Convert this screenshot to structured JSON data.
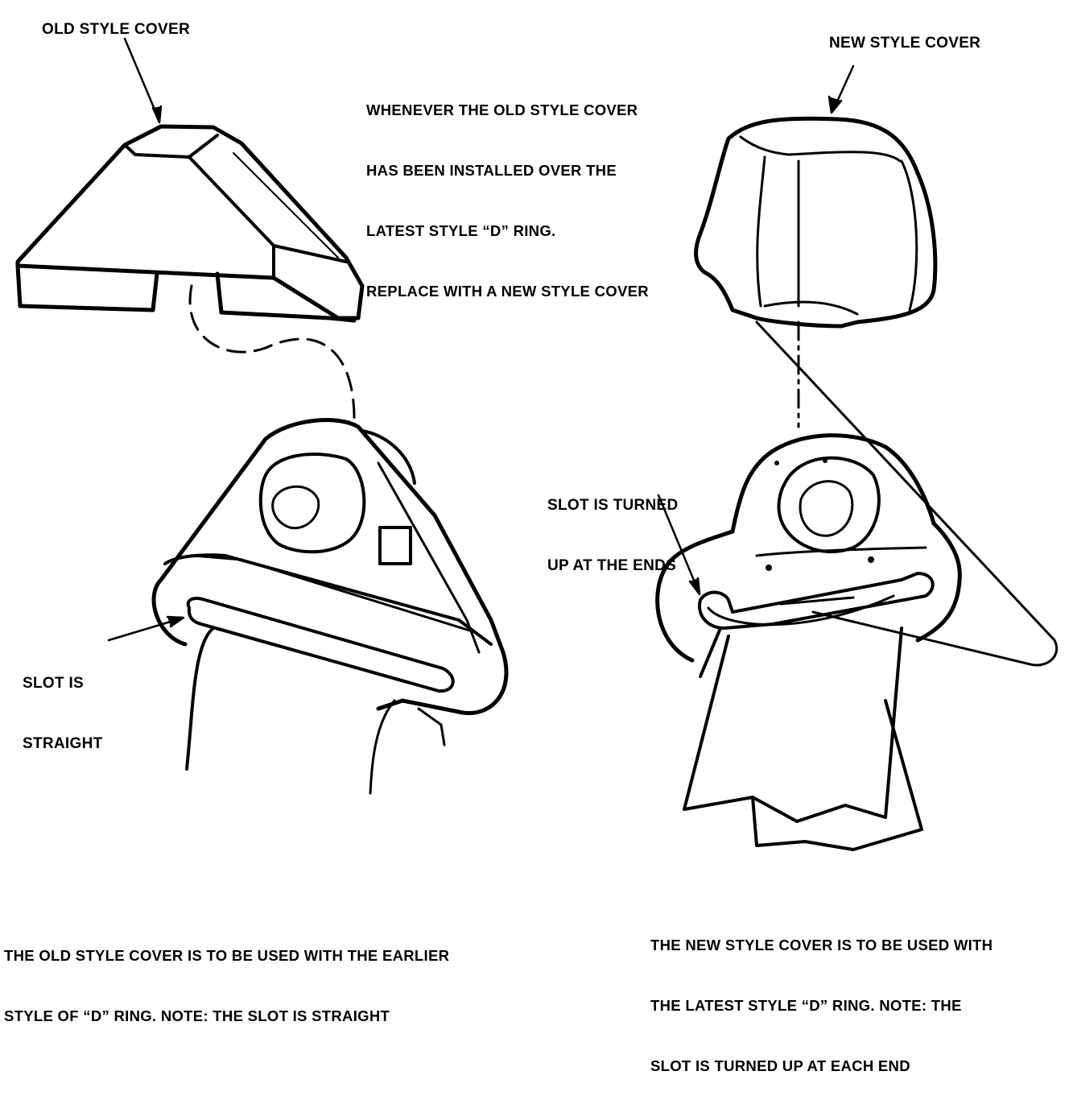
{
  "labels": {
    "old_style_cover": "OLD STYLE COVER",
    "new_style_cover": "NEW STYLE COVER",
    "slot_turned": [
      "SLOT IS TURNED",
      "UP AT THE ENDS"
    ],
    "slot_straight": [
      "SLOT IS",
      "STRAIGHT"
    ]
  },
  "notes": {
    "top": [
      "WHENEVER THE OLD STYLE COVER",
      "HAS BEEN INSTALLED OVER THE",
      "LATEST STYLE “D” RING.",
      "REPLACE WITH A NEW STYLE COVER"
    ]
  },
  "captions": {
    "left": [
      "THE OLD STYLE COVER IS TO BE USED WITH THE EARLIER",
      "STYLE OF “D” RING. NOTE: THE SLOT IS STRAIGHT"
    ],
    "right": [
      "THE NEW STYLE COVER IS TO BE USED WITH",
      "THE LATEST STYLE “D” RING. NOTE: THE",
      "SLOT IS TURNED UP AT EACH END"
    ]
  }
}
